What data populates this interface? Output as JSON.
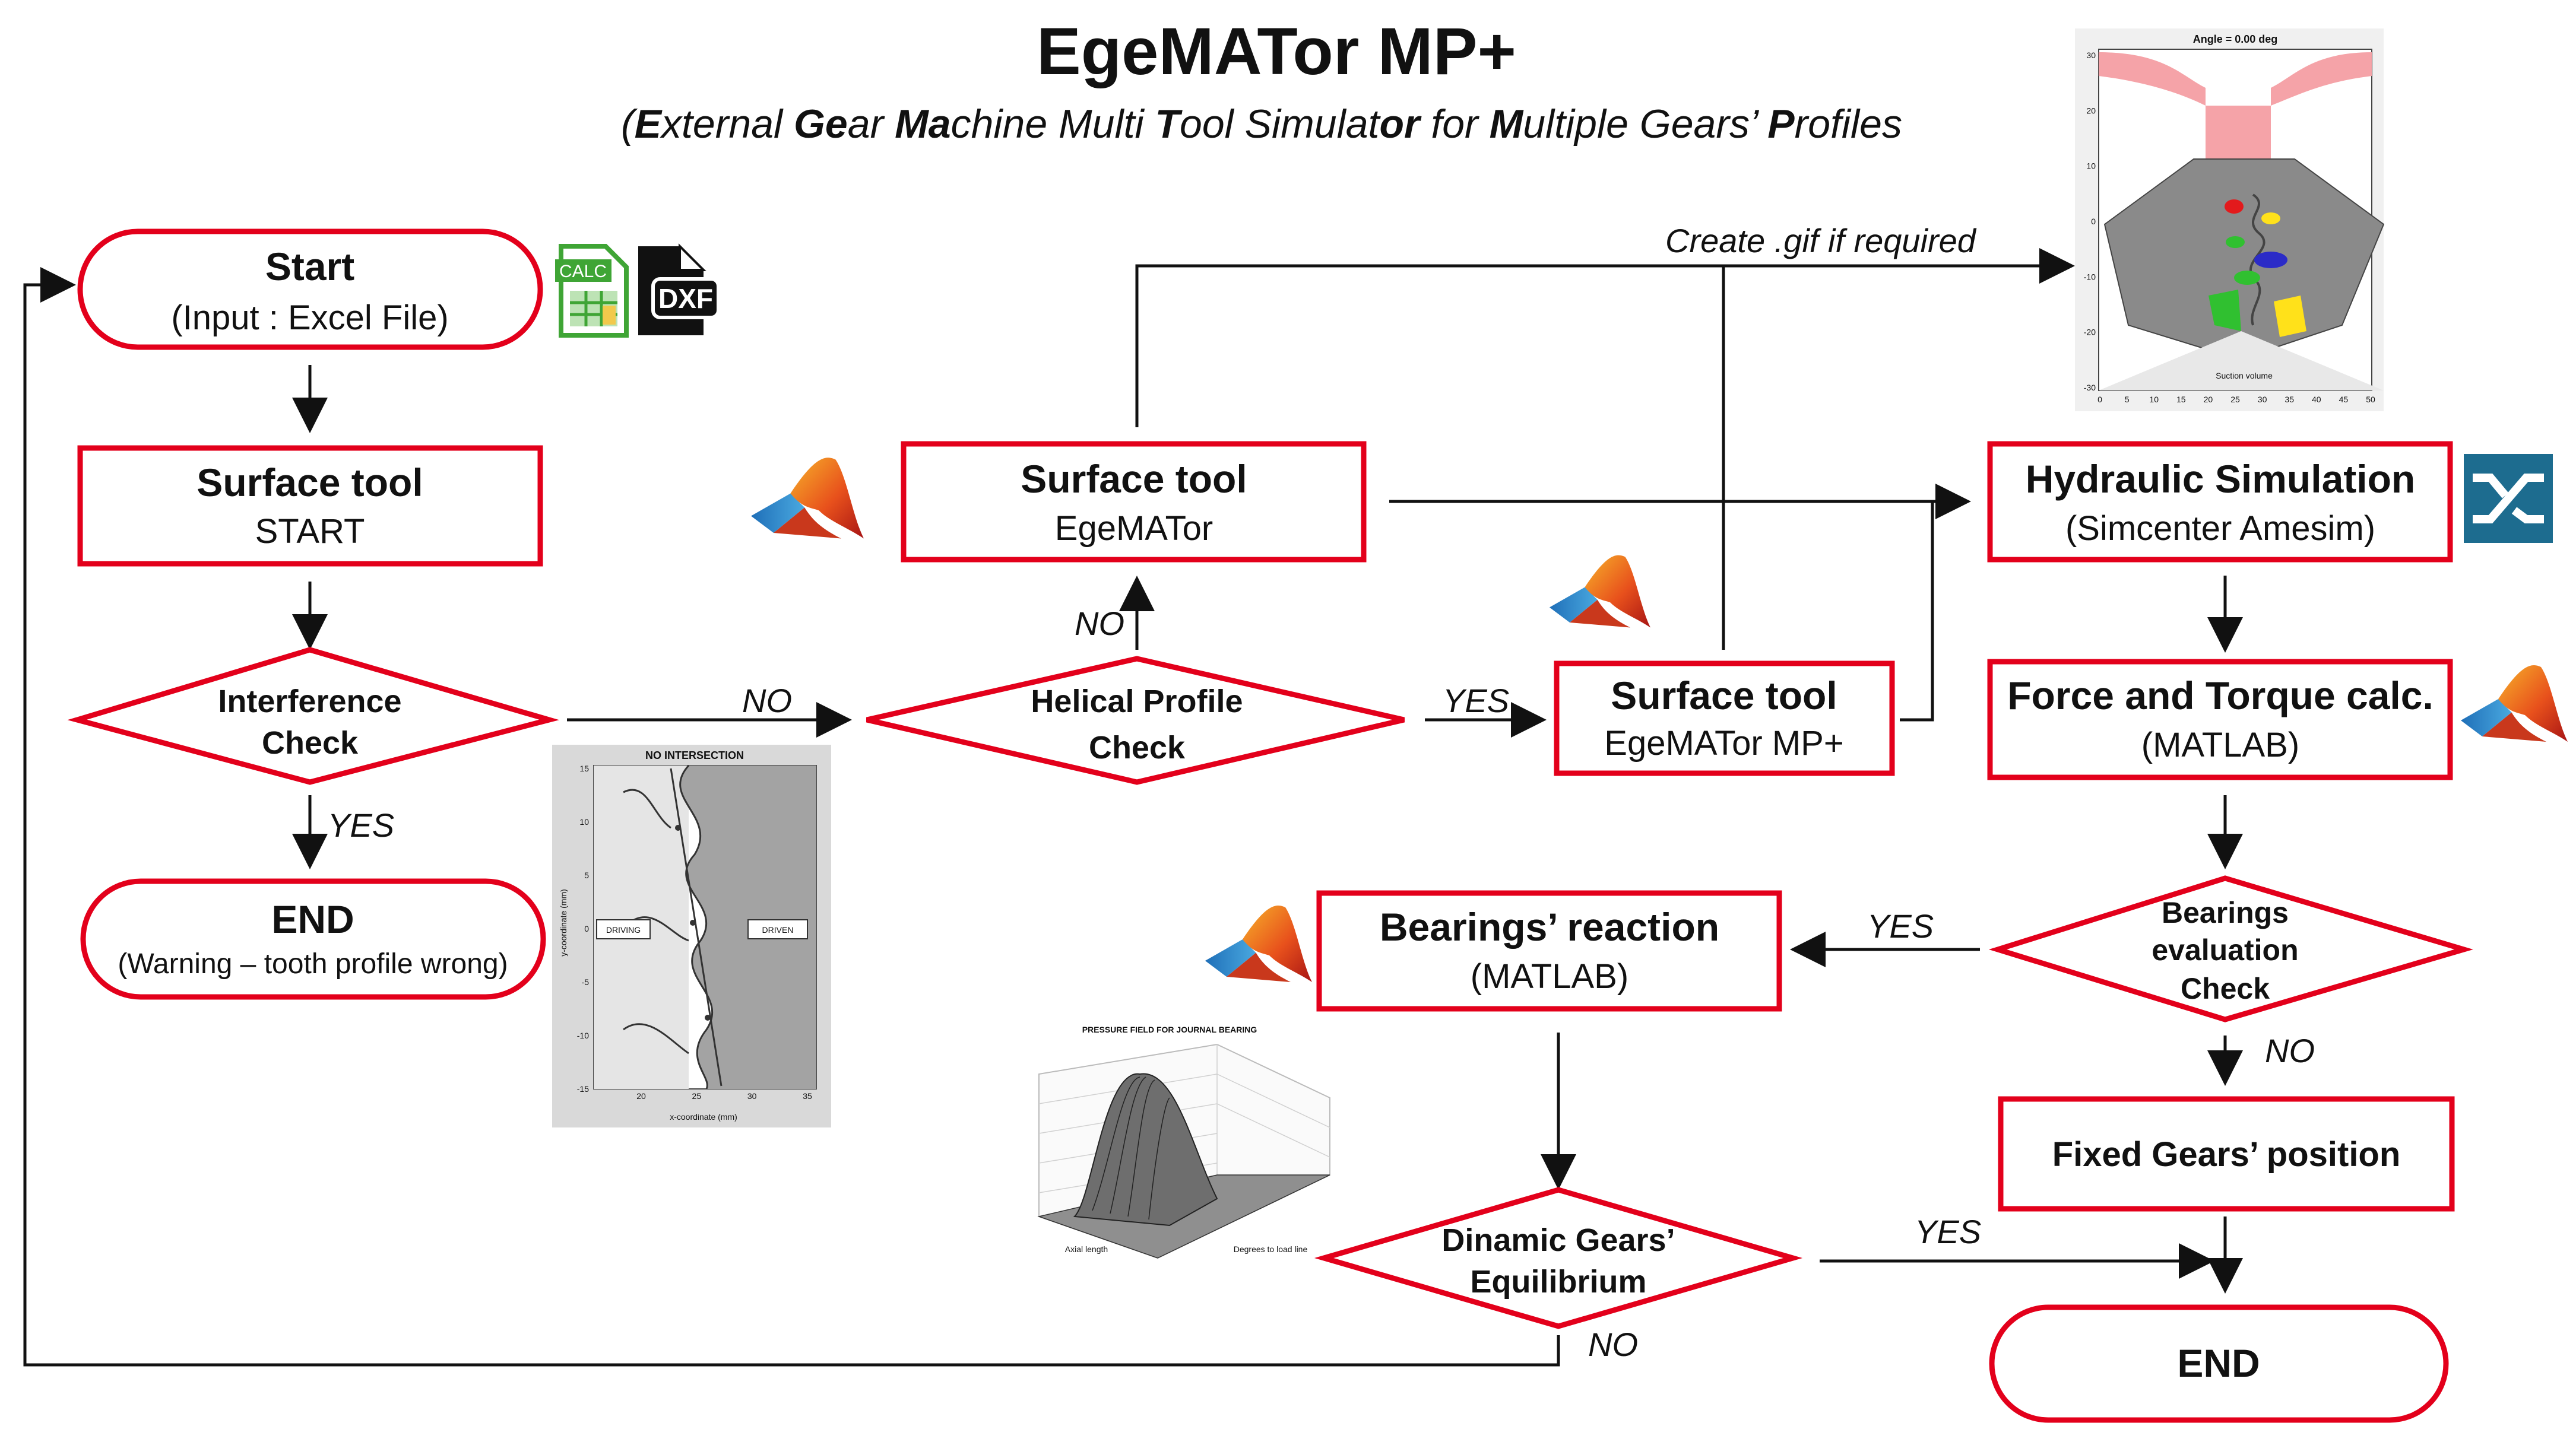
{
  "title": "EgeMATor MP+",
  "subtitle": {
    "open": "(",
    "parts": [
      {
        "t": "E",
        "b": true
      },
      {
        "t": "xternal ",
        "b": false
      },
      {
        "t": "Ge",
        "b": true
      },
      {
        "t": "ar ",
        "b": false
      },
      {
        "t": "Ma",
        "b": true
      },
      {
        "t": "chine Multi ",
        "b": false
      },
      {
        "t": "T",
        "b": true
      },
      {
        "t": "ool Simulat",
        "b": false
      },
      {
        "t": "or",
        "b": true
      },
      {
        "t": " for ",
        "b": false
      },
      {
        "t": "M",
        "b": true
      },
      {
        "t": "ultiple Gears’ ",
        "b": false
      },
      {
        "t": "P",
        "b": true
      },
      {
        "t": "rofiles",
        "b": false
      }
    ]
  },
  "nodes": {
    "start": {
      "title": "Start",
      "sub": "(Input : Excel File)"
    },
    "surface_start": {
      "title": "Surface tool",
      "sub": "START"
    },
    "interference": {
      "line1": "Interference",
      "line2": "Check"
    },
    "end_warning": {
      "title": "END",
      "sub": "(Warning – tooth profile wrong)"
    },
    "surface_egemator": {
      "title": "Surface tool",
      "sub": "EgeMATor"
    },
    "helical": {
      "line1": "Helical Profile",
      "line2": "Check"
    },
    "surface_mp": {
      "title": "Surface tool",
      "sub": "EgeMATor MP+"
    },
    "hydraulic": {
      "title": "Hydraulic Simulation",
      "sub": "(Simcenter Amesim)"
    },
    "force": {
      "title": "Force and Torque  calc.",
      "sub": "(MATLAB)"
    },
    "bearings_check": {
      "line1": "Bearings",
      "line2": "evaluation",
      "line3": "Check"
    },
    "bearings_reaction": {
      "title": "Bearings’ reaction",
      "sub": "(MATLAB)"
    },
    "fixed": {
      "title": "Fixed Gears’ position"
    },
    "dynamic": {
      "line1": "Dinamic Gears’",
      "line2": "Equilibrium"
    },
    "end": {
      "title": "END"
    }
  },
  "labels": {
    "gif": "Create .gif if required",
    "no_interference": "NO",
    "yes_interference": "YES",
    "no_helical": "NO",
    "yes_helical": "YES",
    "yes_bearings": "YES",
    "no_bearings": "NO",
    "yes_dynamic": "YES",
    "no_dynamic": "NO"
  },
  "icons": {
    "calc": "CALC",
    "dxf": "DXF"
  },
  "plots": {
    "gear_title": "NO INTERSECTION",
    "gear_driving": "DRIVING",
    "gear_driven": "DRIVEN",
    "gear_xlabel": "x-coordinate (mm)",
    "gear_ylabel": "y-coordinate (mm)",
    "gear_yticks": [
      "15",
      "10",
      "5",
      "0",
      "-5",
      "-10",
      "-15"
    ],
    "gear_xticks": [
      "20",
      "25",
      "30",
      "35"
    ],
    "angle_title": "Angle = 0.00 deg",
    "angle_yticks": [
      "30",
      "20",
      "10",
      "0",
      "-10",
      "-20",
      "-30"
    ],
    "angle_xticks": [
      "0",
      "5",
      "10",
      "15",
      "20",
      "25",
      "30",
      "35",
      "40",
      "45",
      "50"
    ],
    "angle_suction": "Suction volume",
    "pressure_title": "PRESSURE FIELD FOR JOURNAL BEARING",
    "pressure_xlabel": "Axial length",
    "pressure_ylabel": "Degrees to load line"
  },
  "colors": {
    "box_border": "#e3001b",
    "line": "#111111"
  }
}
